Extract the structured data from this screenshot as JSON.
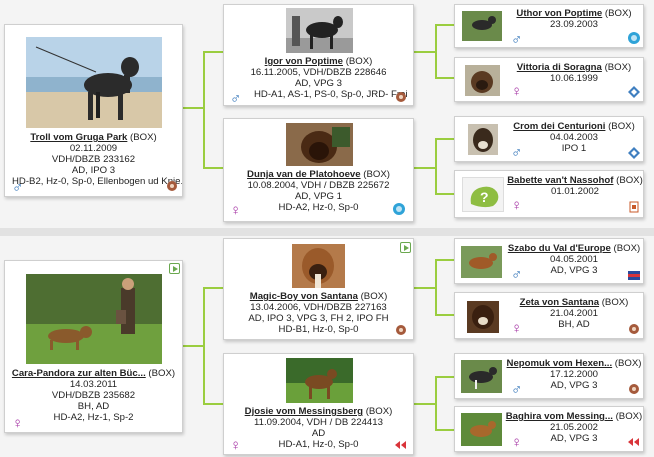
{
  "gender_symbols": {
    "male": "♂",
    "female": "♀"
  },
  "dogs": {
    "troll": {
      "name": "Troll vom Gruga Park",
      "breed": "(BOX)",
      "lines": [
        "02.11.2009",
        "VDH/DBZB 233162",
        "AD, IPO 3",
        "HD-B2, Hz-0, Sp-0, Ellenbogen ud Knie..."
      ]
    },
    "igor": {
      "name": "Igor von Poptime",
      "breed": "(BOX)",
      "lines": [
        "16.11.2005, VDH/DBZB 228646",
        "AD, VPG 3",
        "HD-A1, AS-1, PS-0, Sp-0, JRD- Frei"
      ]
    },
    "dunja": {
      "name": "Dunja van de Platohoeve",
      "breed": "(BOX)",
      "lines": [
        "10.08.2004, VDH / DBZB 225672",
        "AD, VPG 1",
        "HD-A2, Hz-0, Sp-0"
      ]
    },
    "uthor": {
      "name": "Uthor von Poptime",
      "breed": "(BOX)",
      "lines": [
        "23.09.2003"
      ]
    },
    "vittoria": {
      "name": "Vittoria di Soragna",
      "breed": "(BOX)",
      "lines": [
        "10.06.1999"
      ]
    },
    "crom": {
      "name": "Crom dei Centurioni",
      "breed": "(BOX)",
      "lines": [
        "04.04.2003",
        "IPO 1"
      ]
    },
    "babette": {
      "name": "Babette van't Nassohof",
      "breed": "(BOX)",
      "lines": [
        "01.01.2002"
      ]
    },
    "cara": {
      "name": "Cara-Pandora zur alten Büc...",
      "breed": "(BOX)",
      "lines": [
        "14.03.2011",
        "VDH/DBZB 235682",
        "BH, AD",
        "HD-A2, Hz-1, Sp-2"
      ]
    },
    "magic": {
      "name": "Magic-Boy von Santana",
      "breed": "(BOX)",
      "lines": [
        "13.04.2006, VDH/DBZB 227163",
        "AD, IPO 3, VPG 3, FH 2, IPO FH",
        "HD-B1, Hz-0, Sp-0"
      ]
    },
    "djosie": {
      "name": "Djosie vom Messingsberg",
      "breed": "(BOX)",
      "lines": [
        "11.09.2004, VDH / DB 224413",
        "AD",
        "HD-A1, Hz-0, Sp-0"
      ]
    },
    "szabo": {
      "name": "Szabo du Val d'Europe",
      "breed": "(BOX)",
      "lines": [
        "04.05.2001",
        "AD, VPG 3"
      ]
    },
    "zeta": {
      "name": "Zeta von Santana",
      "breed": "(BOX)",
      "lines": [
        "21.04.2001",
        "BH, AD"
      ]
    },
    "nepomuk": {
      "name": "Nepomuk vom Hexen...",
      "breed": "(BOX)",
      "lines": [
        "17.12.2000",
        "AD, VPG 3"
      ]
    },
    "baghira": {
      "name": "Baghira vom Messing...",
      "breed": "(BOX)",
      "lines": [
        "21.05.2002",
        "AD, VPG 3"
      ]
    }
  },
  "colors": {
    "connector": "#9acd3f",
    "male": "#2a6fb6",
    "female": "#a533a4"
  }
}
